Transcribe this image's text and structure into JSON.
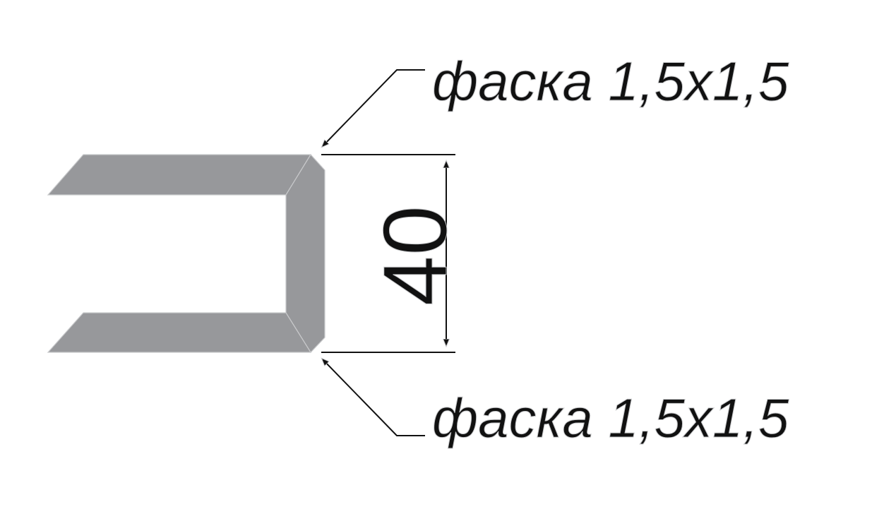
{
  "profile": {
    "fill_color": "#97989b",
    "edge_color": "#c8c9cb"
  },
  "callouts": {
    "top": {
      "text": "фаска 1,5х1,5"
    },
    "bottom": {
      "text": "фаска 1,5х1,5"
    }
  },
  "dimension": {
    "value": "40"
  },
  "line_color": "#111111"
}
